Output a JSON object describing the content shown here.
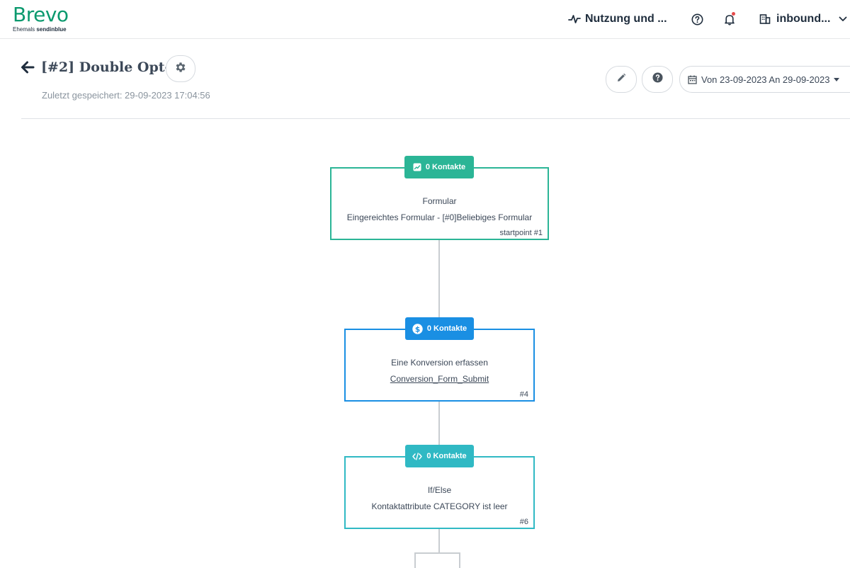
{
  "header": {
    "logo_text": "Brevo",
    "logo_sub_prefix": "Ehemals",
    "logo_sub_brand": "sendinblue",
    "usage_label": "Nutzung und ...",
    "account_label": "inbound..."
  },
  "page": {
    "title": "[#2] Double Opt-in",
    "saved_label": "Zuletzt gespeichert: 29-09-2023 17:04:56",
    "date_range": "Von 23-09-2023 An 29-09-2023"
  },
  "workflow": {
    "nodes": [
      {
        "badge": "0 Kontakte",
        "title": "Formular",
        "detail": "Eingereichtes Formular - [#0]Beliebiges Formular",
        "number": "startpoint #1",
        "color": "#2bb596",
        "icon": "form-icon"
      },
      {
        "badge": "0 Kontakte",
        "title": "Eine Konversion erfassen",
        "detail": "Conversion_Form_Submit",
        "number": "#4",
        "color": "#1a8fe3",
        "icon": "dollar-icon"
      },
      {
        "badge": "0 Kontakte",
        "title": "If/Else",
        "detail": "Kontaktattribute CATEGORY ist leer",
        "number": "#6",
        "color": "#30b9c4",
        "icon": "code-icon"
      }
    ]
  },
  "colors": {
    "brand": "#0b996e",
    "notification_dot": "#e54b4b"
  }
}
